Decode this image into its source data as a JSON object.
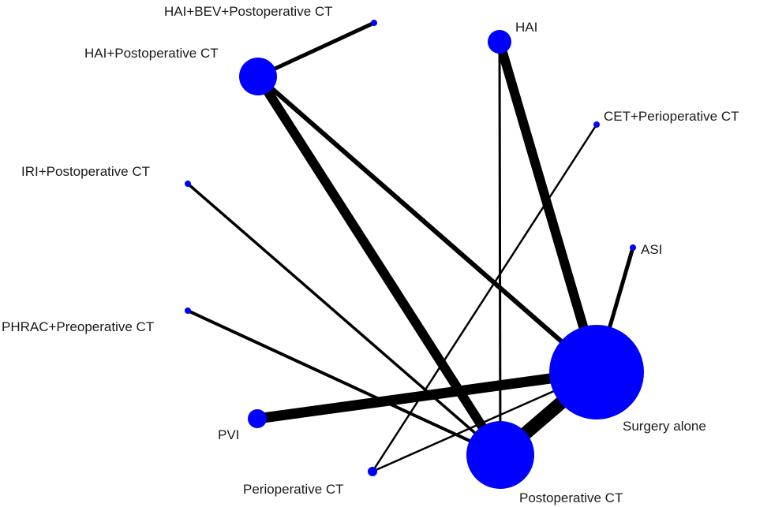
{
  "network": {
    "node_color": "#0000ff",
    "edge_color": "#000000",
    "nodes": [
      {
        "id": "hai_bev_post",
        "label": "HAI+BEV+Postoperative CT"
      },
      {
        "id": "hai",
        "label": "HAI"
      },
      {
        "id": "hai_post",
        "label": "HAI+Postoperative CT"
      },
      {
        "id": "cet_peri",
        "label": "CET+Perioperative CT"
      },
      {
        "id": "iri_post",
        "label": "IRI+Postoperative CT"
      },
      {
        "id": "asi",
        "label": "ASI"
      },
      {
        "id": "phrac_pre",
        "label": "PHRAC+Preoperative CT"
      },
      {
        "id": "surgery",
        "label": "Surgery alone"
      },
      {
        "id": "pvi",
        "label": "PVI"
      },
      {
        "id": "peri",
        "label": "Perioperative CT"
      },
      {
        "id": "post",
        "label": "Postoperative CT"
      }
    ],
    "edges": [
      {
        "from": "hai_bev_post",
        "to": "hai_post"
      },
      {
        "from": "hai_post",
        "to": "surgery"
      },
      {
        "from": "hai_post",
        "to": "post"
      },
      {
        "from": "hai",
        "to": "surgery"
      },
      {
        "from": "hai",
        "to": "post"
      },
      {
        "from": "cet_peri",
        "to": "peri"
      },
      {
        "from": "iri_post",
        "to": "post"
      },
      {
        "from": "asi",
        "to": "surgery"
      },
      {
        "from": "phrac_pre",
        "to": "post"
      },
      {
        "from": "pvi",
        "to": "surgery"
      },
      {
        "from": "peri",
        "to": "surgery"
      },
      {
        "from": "post",
        "to": "surgery"
      }
    ]
  }
}
